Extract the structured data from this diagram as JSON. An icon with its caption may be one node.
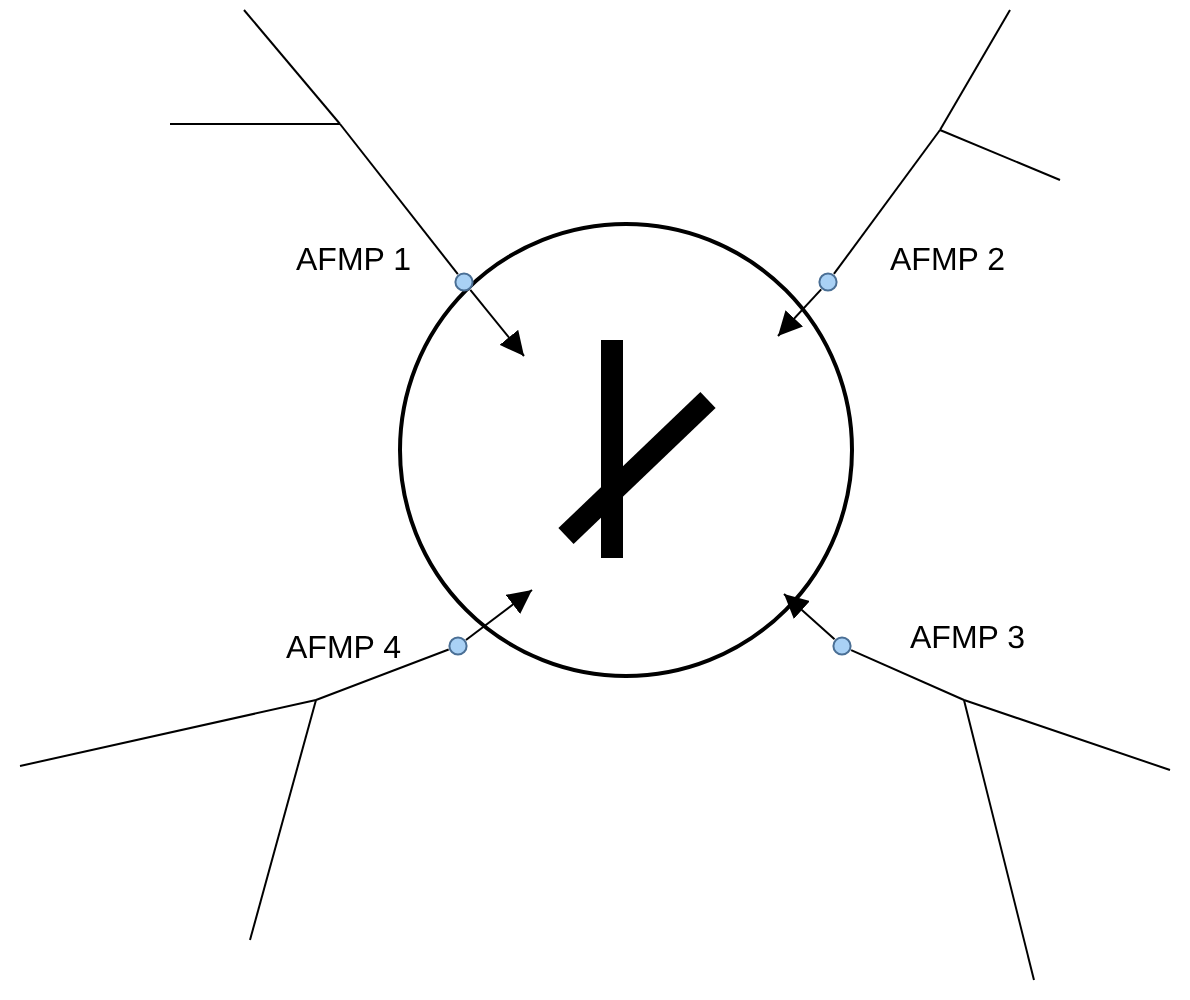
{
  "diagram": {
    "nodes": [
      {
        "text": [],
        "shape": "circle"
      },
      {
        "text": [
          "AFMP 1"
        ]
      },
      {
        "text": [
          "AFMP 2"
        ]
      },
      {
        "text": [
          "AFMP 4"
        ]
      },
      {
        "text": [
          "AFMP 3"
        ]
      }
    ],
    "edges": [
      {
        "from": 1,
        "to": 0,
        "arrow": "to"
      },
      {
        "from": 2,
        "to": 0,
        "arrow": "to"
      },
      {
        "from": 3,
        "to": 0,
        "arrow": "to"
      },
      {
        "from": 4,
        "to": 0,
        "arrow": "to"
      }
    ]
  }
}
